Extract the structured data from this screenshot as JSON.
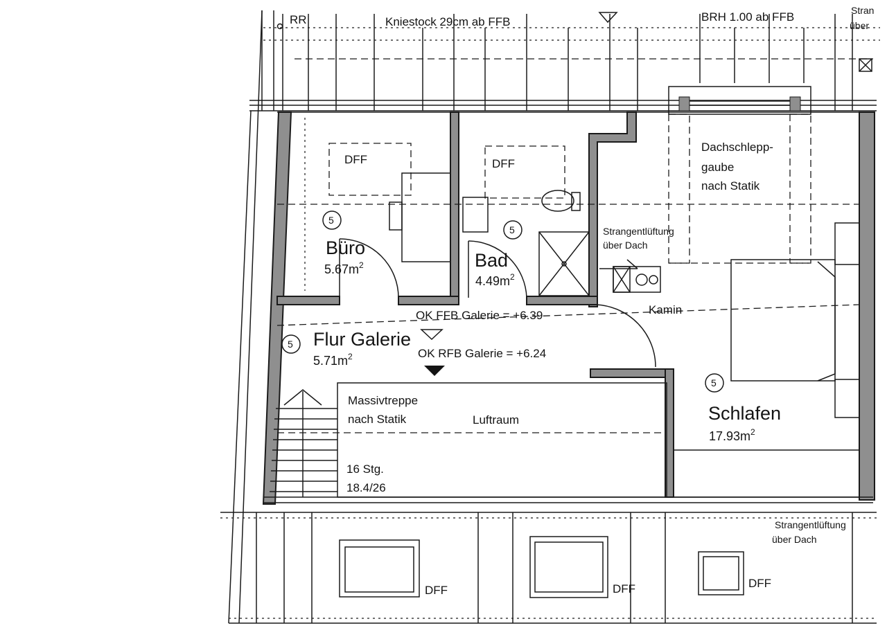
{
  "top_annotations": {
    "rr": "RR",
    "kniestock": "Kniestock 29cm ab FFB",
    "brh": "BRH 1.00 ab FFB",
    "strang_cut_1": "Stran",
    "strang_cut_2": "über"
  },
  "rooms": [
    {
      "id": "buero",
      "number": "5",
      "name": "Büro",
      "area_value": "5.67m",
      "area_exp": "2",
      "dff": "DFF"
    },
    {
      "id": "bad",
      "number": "5",
      "name": "Bad",
      "area_value": "4.49m",
      "area_exp": "2",
      "dff": "DFF"
    },
    {
      "id": "flur",
      "number": "5",
      "name": "Flur Galerie",
      "area_value": "5.71m",
      "area_exp": "2"
    },
    {
      "id": "schlafen",
      "number": "5",
      "name": "Schlafen",
      "area_value": "17.93m",
      "area_exp": "2"
    }
  ],
  "labels": {
    "gaube_line1": "Dachschlepp-",
    "gaube_line2": "gaube",
    "gaube_line3": "nach Statik",
    "vent_line1": "Strangentlüftung",
    "vent_line2": "über Dach",
    "kamin": "Kamin",
    "ok_ffb": "OK FFB Galerie = +6.39",
    "ok_rfb": "OK RFB Galerie = +6.24",
    "stair_line1": "Massivtreppe",
    "stair_line2": "nach Statik",
    "luftraum": "Luftraum",
    "steps_line1": "16 Stg.",
    "steps_line2": "18.4/26",
    "bottom_vent_line1": "Strangentlüftung",
    "bottom_vent_line2": "über Dach",
    "dff_bottom_1": "DFF",
    "dff_bottom_2": "DFF",
    "dff_bottom_3": "DFF"
  }
}
